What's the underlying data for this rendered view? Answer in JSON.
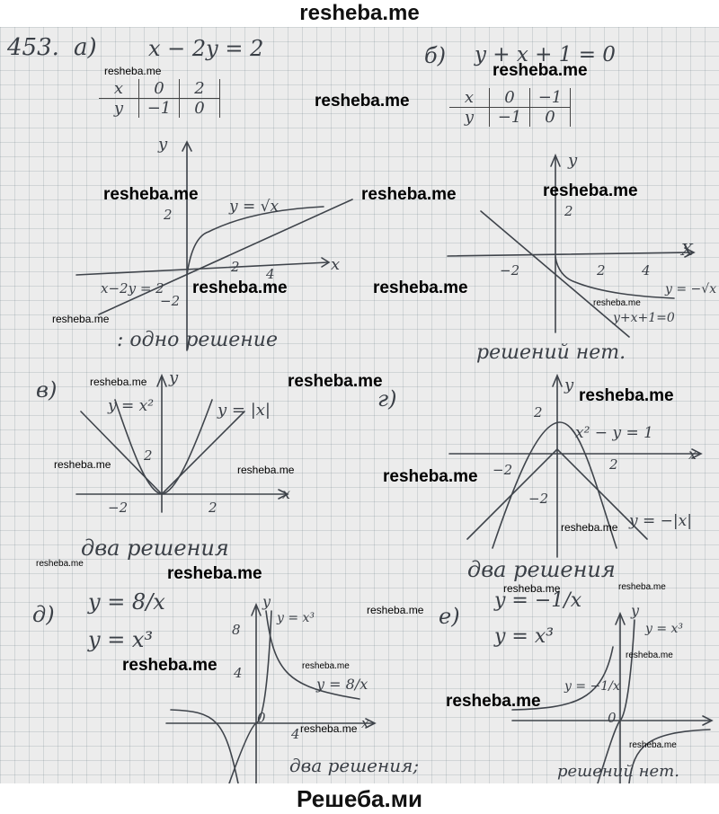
{
  "site": {
    "header": "resheba.me",
    "footer": "Решеба.ми",
    "watermark": "resheba.me"
  },
  "problem_number": "453.",
  "parts": {
    "a": {
      "label": "а)",
      "equation": "x − 2y = 2",
      "table": {
        "x_label": "x",
        "y_label": "y",
        "x_values": [
          "0",
          "2"
        ],
        "y_values": [
          "−1",
          "0"
        ]
      },
      "curve_label": "y = √x",
      "line_label": "x−2y = 2",
      "axis_y": "y",
      "axis_x": "x",
      "ticks": [
        "2",
        "4",
        "2",
        "−2"
      ],
      "answer": ": одно решение"
    },
    "b": {
      "label": "б)",
      "equation": "y + x + 1 = 0",
      "table": {
        "x_label": "x",
        "y_label": "y",
        "x_values": [
          "0",
          "−1"
        ],
        "y_values": [
          "−1",
          "0"
        ]
      },
      "curve_label": "y = −√x",
      "line_label": "y+x+1=0",
      "axis_y": "y",
      "axis_x": "X",
      "ticks": [
        "2",
        "−2",
        "2",
        "4"
      ],
      "answer": "решений нет."
    },
    "v": {
      "label": "в)",
      "curve_label": "y = x²",
      "line_label": "y = |x|",
      "axis_y": "y",
      "axis_x": "x",
      "ticks": [
        "2",
        "−2",
        "2"
      ],
      "answer": "два решения"
    },
    "g": {
      "label": "г)",
      "curve_label": "x² − y = 1",
      "line_label": "y = −|x|",
      "axis_y": "y",
      "axis_x": "x",
      "ticks": [
        "2",
        "−2",
        "2",
        "−2"
      ],
      "answer": "два решения"
    },
    "d": {
      "label": "д)",
      "eq1": "y = 8/x",
      "eq2": "y = x³",
      "curve1_label": "y = x³",
      "curve2_label": "y = 8/x",
      "axis_y": "y",
      "axis_x": "x",
      "ticks": [
        "8",
        "4",
        "0",
        "4"
      ],
      "answer": "два решения;"
    },
    "e": {
      "label": "е)",
      "eq1": "y = −1/x",
      "eq2": "y = x³",
      "curve1_label": "y = x³",
      "curve2_label": "y = −1/x",
      "axis_y": "y",
      "ticks": [
        "0"
      ],
      "answer": "решений нет."
    }
  }
}
